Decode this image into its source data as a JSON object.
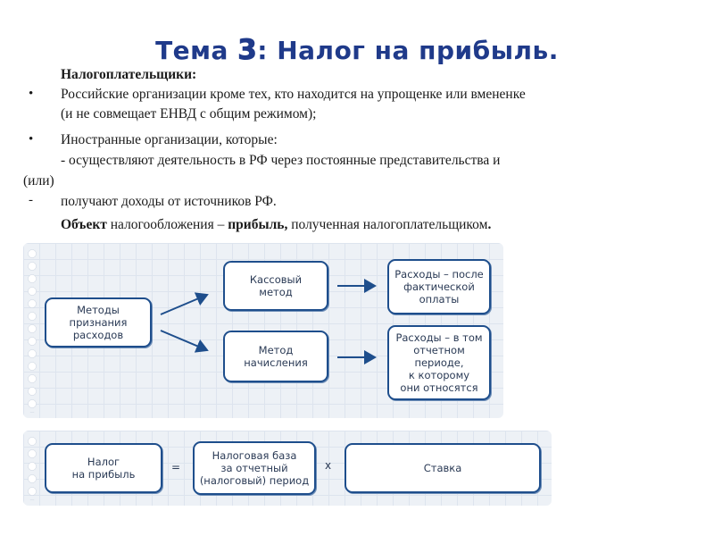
{
  "title": {
    "prefix": "Тема ",
    "number": "3",
    "rest": ": Налог на прибыль."
  },
  "text": {
    "line1": "Налогоплательщики:",
    "bullet_char": "•",
    "line2": "Российские организации кроме тех, кто находится на упрощенке или вмененке",
    "line3": "(и не совмещает ЕНВД с общим режимом);",
    "line4": "Иностранные организации, которые:",
    "line5": "- осуществляют деятельность в РФ через постоянные представительства и",
    "line6": "(или)",
    "dash_char": "-",
    "line7": "получают доходы от источников РФ.",
    "line8_bold1": "Объект",
    "line8_mid": " налогообложения – ",
    "line8_bold2": "прибыль,",
    "line8_end": " полученная налогоплательщиком",
    "line8_dot": "."
  },
  "diagram1": {
    "methods": "Методы\nпризнания\nрасходов",
    "cash": "Кассовый\nметод",
    "accrual": "Метод\nначисления",
    "cash_result": "Расходы – после\nфактической\nоплаты",
    "accrual_result": "Расходы – в том\nотчетном\nпериоде,\nк которому\nони относятся"
  },
  "diagram2": {
    "tax": "Налог\nна прибыль",
    "equals": "=",
    "base": "Налоговая база\nза отчетный\n(налоговый) период",
    "times": "x",
    "rate": "Ставка"
  },
  "colors": {
    "title": "#1f3a8a",
    "box_border": "#1e4e8c",
    "panel": "#edf1f6"
  }
}
